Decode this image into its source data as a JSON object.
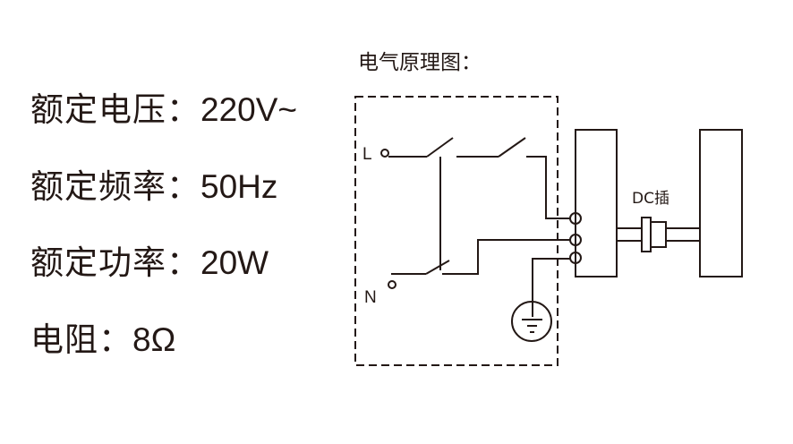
{
  "specs": [
    {
      "label": "额定电压：",
      "value": "220V~"
    },
    {
      "label": "额定频率：",
      "value": "50Hz"
    },
    {
      "label": "额定功率：",
      "value": "20W"
    },
    {
      "label": "电阻：",
      "value": "8Ω"
    }
  ],
  "diagram": {
    "title": "电气原理图：",
    "terminal_live": "L",
    "terminal_neutral": "N",
    "connector_label": "DC插",
    "line_color": "#231815"
  }
}
